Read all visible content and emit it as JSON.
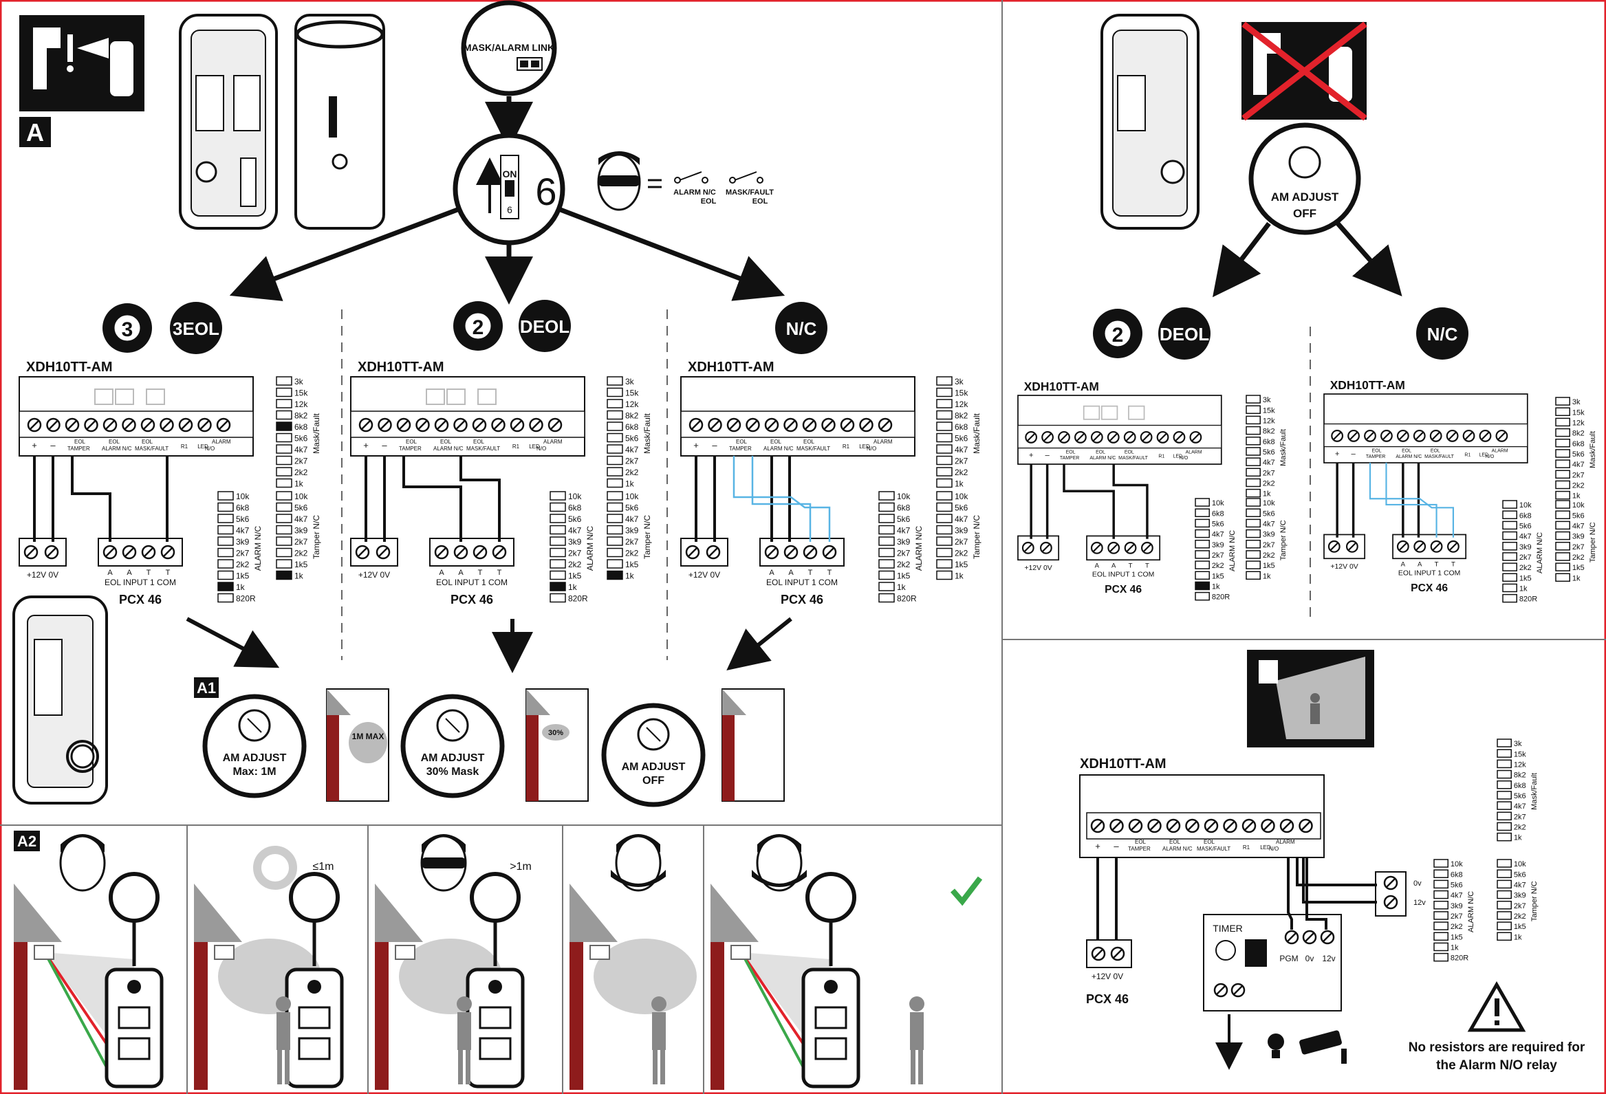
{
  "section_a": {
    "label": "A",
    "mask_alarm_link": "MASK/ALARM LINK",
    "switch_on": "ON",
    "switch_number": "6",
    "switch_big_number": "6",
    "legend_alarm": "ALARM N/C",
    "legend_alarm_eol": "EOL",
    "legend_mask": "MASK/FAULT",
    "legend_mask_eol": "EOL",
    "modes": [
      {
        "badge": "3",
        "label": "3EOL"
      },
      {
        "badge": "2",
        "label": "DEOL"
      },
      {
        "badge": "",
        "label": "N/C"
      }
    ],
    "device": "XDH10TT-AM",
    "panel": "PCX 46",
    "psu_label": "+12V 0V",
    "eol_input_label": "EOL INPUT 1 COM",
    "term_top_plus": "+",
    "term_top_minus": "–",
    "term_groups": [
      "EOL TAMPER",
      "EOL ALARM N/C",
      "EOL MASK/FAULT",
      "R1",
      "LED",
      "ALARM N/O"
    ],
    "term_bottom": [
      "A",
      "A",
      "T",
      "T"
    ],
    "res_mask": [
      "3k",
      "15k",
      "12k",
      "8k2",
      "6k8",
      "5k6",
      "4k7",
      "2k7",
      "2k2",
      "1k"
    ],
    "res_mask_title": "Mask/Fault",
    "res_alarm": [
      "10k",
      "6k8",
      "5k6",
      "4k7",
      "3k9",
      "2k7",
      "2k2",
      "1k5",
      "1k",
      "820R"
    ],
    "res_alarm_title": "ALARM N/C",
    "res_tamper": [
      "10k",
      "5k6",
      "4k7",
      "3k9",
      "2k7",
      "2k2",
      "1k5",
      "1k"
    ],
    "res_tamper_title": "Tamper N/C"
  },
  "section_a1": {
    "label": "A1",
    "knob_title": "AM ADJUST",
    "knobs": [
      {
        "line2": "Max: 1M"
      },
      {
        "line2": "30% Mask"
      },
      {
        "line2": "OFF"
      }
    ],
    "wall_labels": [
      "1M MAX",
      "30%"
    ]
  },
  "section_a2": {
    "label": "A2",
    "timer1": "≤1m",
    "timer2": ">1m"
  },
  "right_top": {
    "knob_title": "AM ADJUST",
    "knob_sub": "OFF",
    "modes": [
      {
        "badge": "2",
        "label": "DEOL"
      },
      {
        "badge": "",
        "label": "N/C"
      }
    ]
  },
  "right_bottom": {
    "timer_label": "TIMER",
    "pgm_labels": [
      "PGM",
      "0v",
      "12v"
    ],
    "relay_labels": [
      "0v",
      "12v"
    ],
    "warning": "No resistors are required for the Alarm N/O relay"
  },
  "colors": {
    "accent": "#e2222b",
    "check": "#3aa84a",
    "wire_blue": "#58b4e4",
    "brick": "#8e1c1c"
  }
}
